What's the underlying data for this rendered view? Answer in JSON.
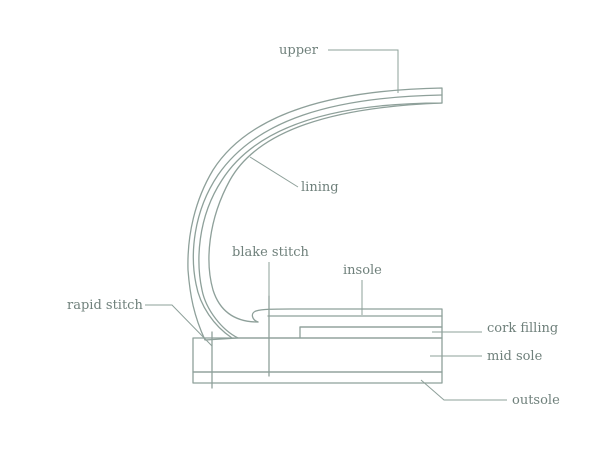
{
  "labels": {
    "upper": "upper",
    "lining": "lining",
    "blake_stitch": "blake stitch",
    "insole": "insole",
    "rapid_stitch": "rapid stitch",
    "cork_filling": "cork filling",
    "mid_sole": "mid sole",
    "outsole": "outsole"
  },
  "colors": {
    "line": "#8ea09a",
    "text": "#6f807b",
    "background": "#ffffff"
  }
}
